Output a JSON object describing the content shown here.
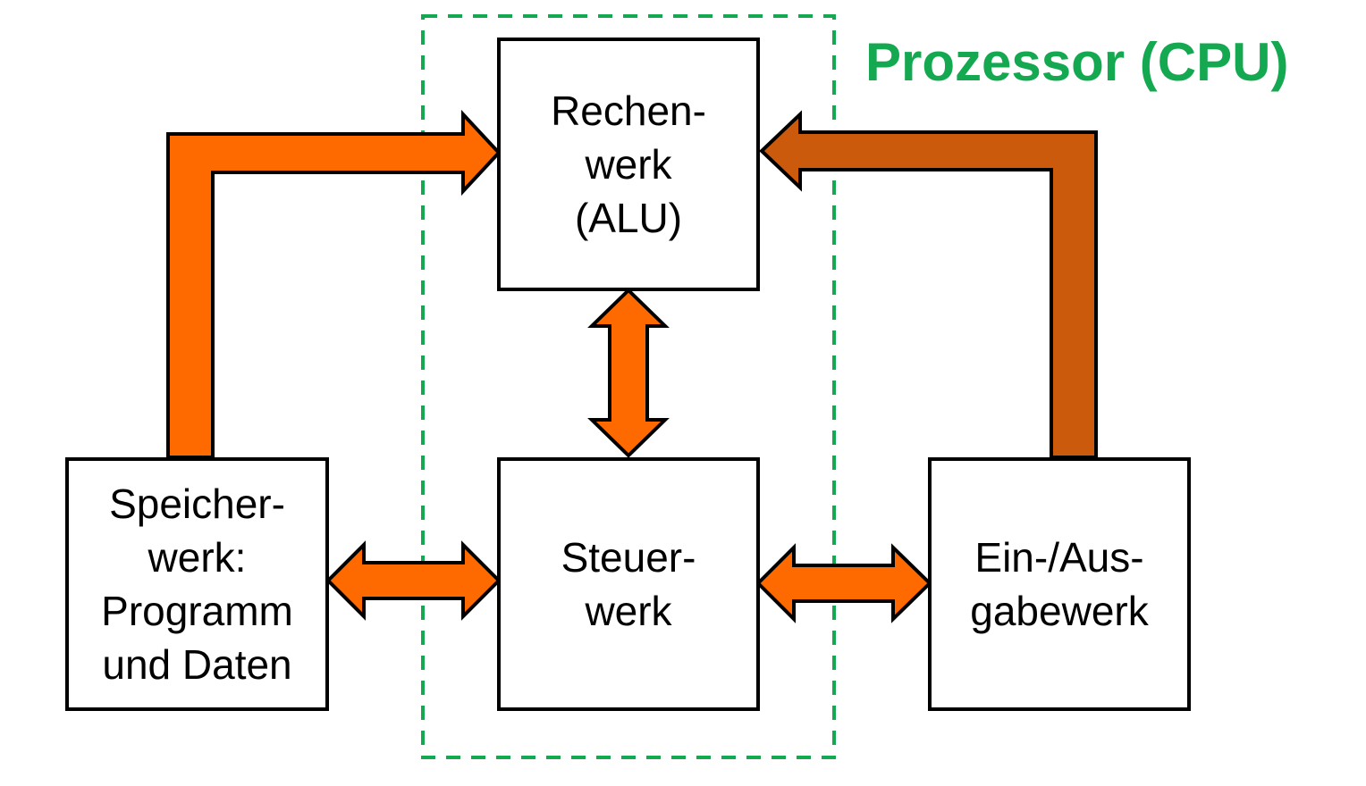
{
  "cpu": {
    "title": "Prozessor (CPU)",
    "color": "#14a850"
  },
  "colors": {
    "arrow_fill": "#ff6a00",
    "arrow_fill_dark": "#cc5a0c",
    "stroke": "#000000"
  },
  "boxes": {
    "alu": {
      "lines": [
        "Rechen-",
        "werk",
        "(ALU)"
      ]
    },
    "control": {
      "lines": [
        "Steuer-",
        "werk"
      ]
    },
    "memory": {
      "lines": [
        "Speicher-",
        "werk:",
        "Programm",
        "und Daten"
      ]
    },
    "io": {
      "lines": [
        "Ein-/Aus-",
        "gabewerk"
      ]
    }
  },
  "connections": [
    {
      "from": "memory",
      "to": "alu",
      "direction": "one-way"
    },
    {
      "from": "io",
      "to": "alu",
      "direction": "one-way"
    },
    {
      "from": "alu",
      "to": "control",
      "direction": "two-way"
    },
    {
      "from": "memory",
      "to": "control",
      "direction": "two-way"
    },
    {
      "from": "control",
      "to": "io",
      "direction": "two-way"
    }
  ]
}
